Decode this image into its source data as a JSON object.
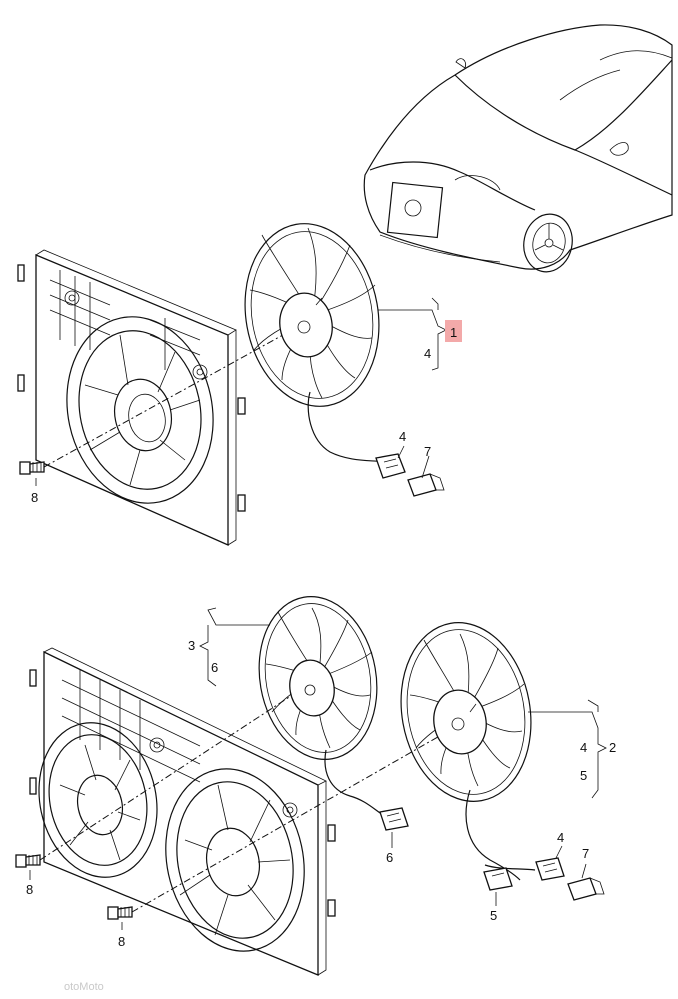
{
  "diagram": {
    "upper_assembly": {
      "callouts": {
        "part_1": "1",
        "bracket_4": "4",
        "connector_4": "4",
        "connector_7": "7",
        "bolt_8": "8"
      },
      "highlight_color": "#f3a9a9"
    },
    "lower_assembly": {
      "callouts": {
        "bracket_3": "3",
        "bracket_6": "6",
        "bracket_2": "2",
        "bracket_4": "4",
        "bracket_5": "5",
        "connector_6": "6",
        "connector_4": "4",
        "connector_7": "7",
        "connector_5": "5",
        "bolt_8a": "8",
        "bolt_8b": "8"
      }
    },
    "watermark": "otoMoto"
  }
}
